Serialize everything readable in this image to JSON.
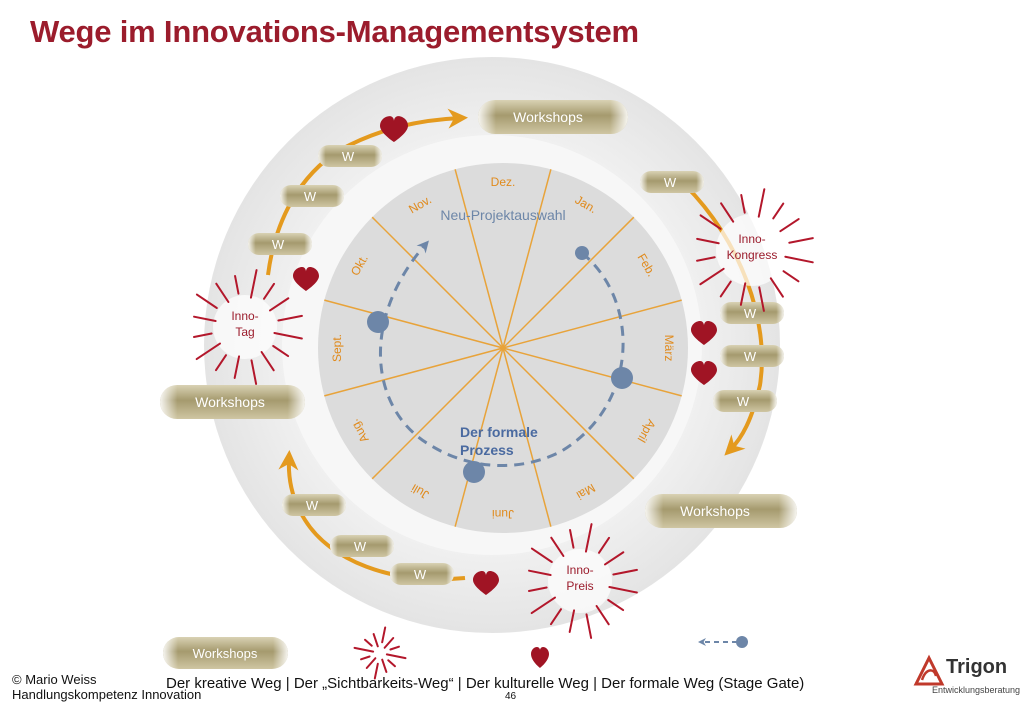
{
  "title": "Wege im Innovations-Managementsystem",
  "colors": {
    "title": "#9b1c2c",
    "heart": "#a01424",
    "arrow_orange": "#e49a1e",
    "wheel_line": "#e8a33a",
    "month_text": "#e08a1c",
    "process_blue": "#6d86a8",
    "ring_gray": "#eaeaea",
    "inner_gray": "#dcdcdc"
  },
  "wheel": {
    "center_label": "Neu-Projektauswahl",
    "process_label_line1": "Der formale",
    "process_label_line2": "Prozess",
    "months": [
      "Jan.",
      "Feb.",
      "März",
      "April",
      "Mai",
      "Juni",
      "Juli",
      "Aug.",
      "Sept.",
      "Okt.",
      "Nov.",
      "Dez."
    ]
  },
  "workshop_label": "Workshops",
  "w_label": "W",
  "bursts": {
    "kongress": [
      "Inno-",
      "Kongress"
    ],
    "tag": [
      "Inno-",
      "Tag"
    ],
    "preis": [
      "Inno-",
      "Preis"
    ]
  },
  "icons": [
    "heart-icon",
    "burst-icon",
    "dashed-arrow-icon",
    "workshop-badge-icon"
  ],
  "legend": {
    "workshop_badge": "Workshops",
    "text": "Der kreative Weg | Der „Sichtbarkeits-Weg“ | Der kulturelle Weg | Der formale Weg (Stage Gate)"
  },
  "footer": {
    "copyright": "© Mario Weiss",
    "subtitle": "Handlungskompetenz Innovation",
    "page": "46"
  },
  "logo": {
    "name": "Trigon",
    "sub": "Entwicklungsberatung"
  }
}
